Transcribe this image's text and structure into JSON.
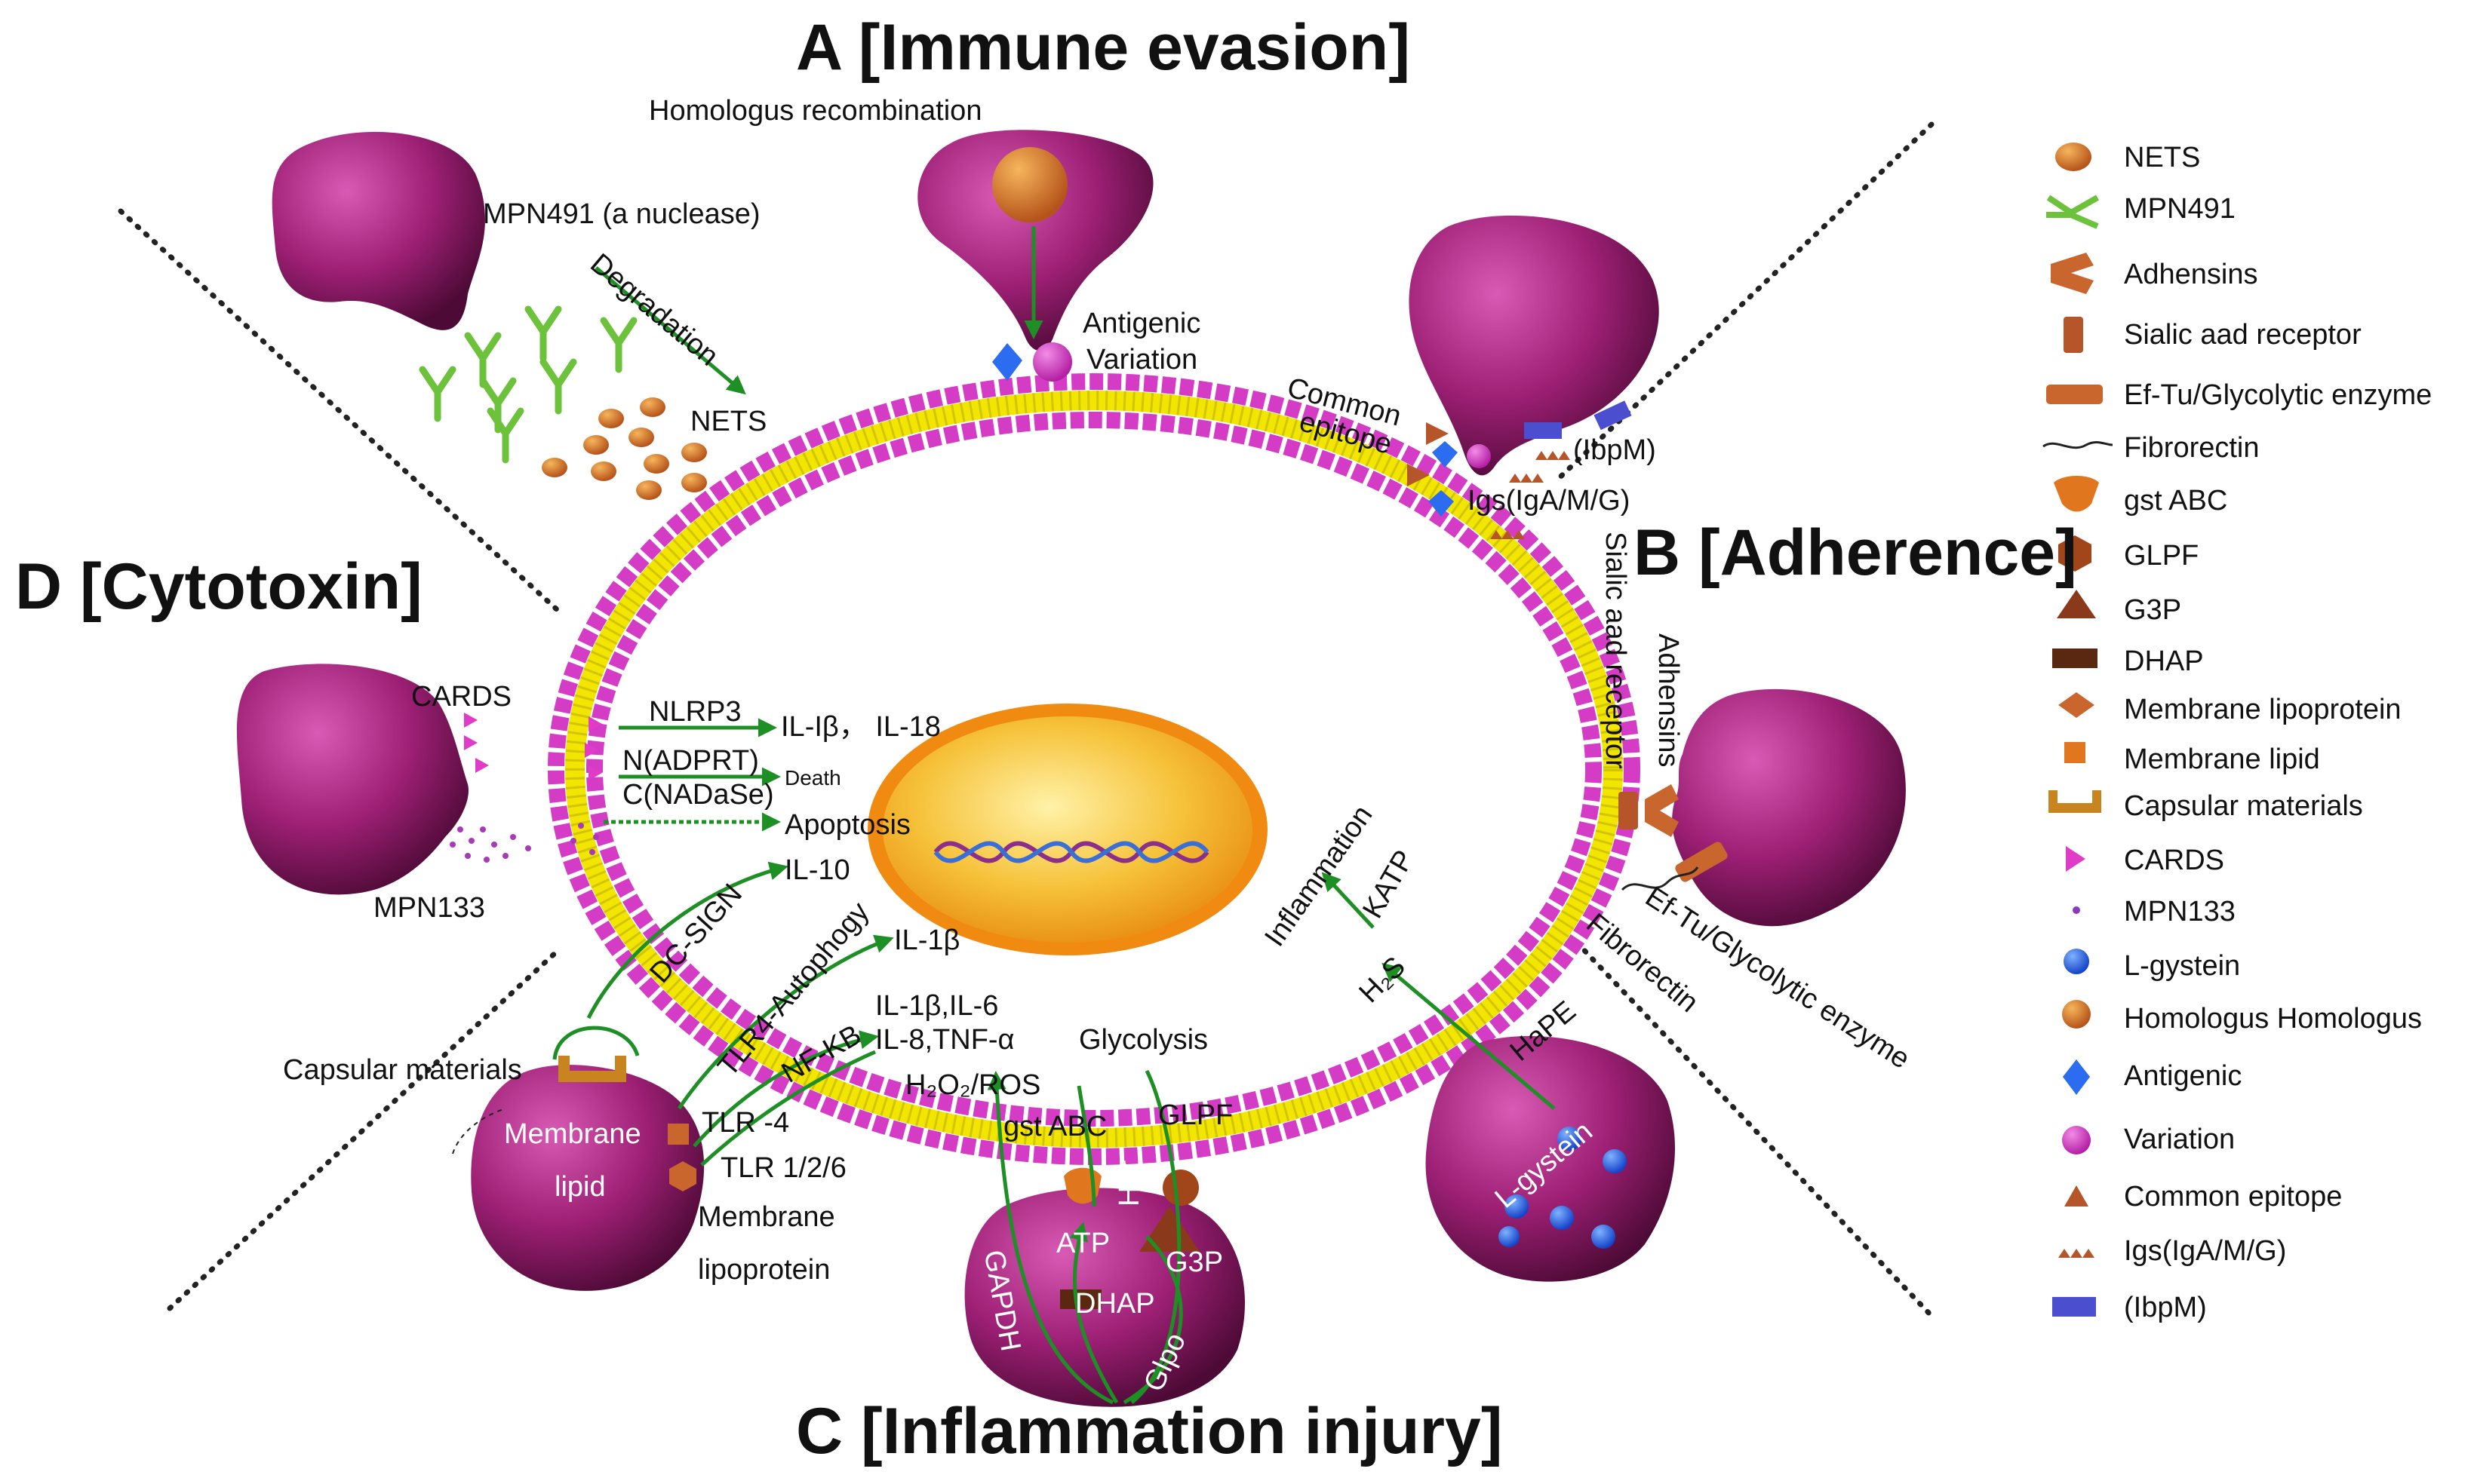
{
  "sections": {
    "a": "A [Immune evasion]",
    "b": "B [Adherence]",
    "c": "C [Inflammation injury]",
    "d": "D [Cytotoxin]"
  },
  "labels": {
    "homologous_recombination": "Homologus recombination",
    "mpn491": "MPN491 (a nuclease)",
    "degradation": "Degradation",
    "nets": "NETS",
    "antigenic": "Antigenic",
    "variation": "Variation",
    "common_epitope_1": "Common",
    "common_epitope_2": "epitope",
    "ibpm": "(IbpM)",
    "igs": "Igs(IgA/M/G)",
    "sialic": "Sialic aad receptor",
    "adhensins": "Adhensins",
    "ef_tu": "Ef-Tu/Glycolytic enzyme",
    "fibrorectin": "Fibrorectin",
    "hape": "HaPE",
    "l_gystein": "L-gystein",
    "h2s": "H₂S",
    "katp": "KATP",
    "inflammation": "Inflammation",
    "cards": "CARDS",
    "nlrp3": "NLRP3",
    "il1b_il18": "IL-Iβ， IL-18",
    "nadprt": "N(ADPRT)",
    "cnadase": "C(NADaSe)",
    "death": "Death",
    "apoptosis": "Apoptosis",
    "mpn133": "MPN133",
    "dc_sign": "DC-SIGN",
    "il10": "IL-10",
    "tlr4_autophagy": "TLR4-Autophogy",
    "il1b": "IL-1β",
    "nfkb": "NF-KB",
    "cytokines_1": "IL-1β,IL-6",
    "cytokines_2": "IL-8,TNF-α",
    "h2o2": "H₂O₂/ROS",
    "glycolysis": "Glycolysis",
    "gst_abc": "gst ABC",
    "glpf": "GLPF",
    "hpr": "Hpr",
    "atp": "ATP",
    "g3p": "G3P",
    "dhap": "DHAP",
    "gapdh": "GAPDH",
    "glpo": "Glpo",
    "capsular": "Capsular materials",
    "tlr4": "TLR -4",
    "tlr126": "TLR 1/2/6",
    "membrane_lipid_1": "Membrane",
    "membrane_lipid_2": "lipid",
    "membrane_lipoprotein_1": "Membrane",
    "membrane_lipoprotein_2": "lipoprotein"
  },
  "legend": [
    {
      "icon": "nets-icon",
      "label": "NETS"
    },
    {
      "icon": "mpn491-icon",
      "label": "MPN491"
    },
    {
      "icon": "adhensins-icon",
      "label": "Adhensins"
    },
    {
      "icon": "sialic-receptor-icon",
      "label": "Sialic aad receptor"
    },
    {
      "icon": "ef-tu-icon",
      "label": "Ef-Tu/Glycolytic enzyme"
    },
    {
      "icon": "fibrorectin-icon",
      "label": "Fibrorectin"
    },
    {
      "icon": "gst-abc-icon",
      "label": "gst ABC"
    },
    {
      "icon": "glpf-icon",
      "label": "GLPF"
    },
    {
      "icon": "g3p-icon",
      "label": "G3P"
    },
    {
      "icon": "dhap-icon",
      "label": "DHAP"
    },
    {
      "icon": "membrane-lipoprotein-icon",
      "label": "Membrane lipoprotein"
    },
    {
      "icon": "membrane-lipid-icon",
      "label": "Membrane lipid"
    },
    {
      "icon": "capsular-materials-icon",
      "label": "Capsular materials"
    },
    {
      "icon": "cards-icon",
      "label": "CARDS"
    },
    {
      "icon": "mpn133-icon",
      "label": "MPN133"
    },
    {
      "icon": "l-gystein-icon",
      "label": "L-gystein"
    },
    {
      "icon": "homologous-icon",
      "label": "Homologus Homologus"
    },
    {
      "icon": "antigenic-icon",
      "label": "Antigenic"
    },
    {
      "icon": "variation-icon",
      "label": "Variation"
    },
    {
      "icon": "common-epitope-icon",
      "label": "Common epitope"
    },
    {
      "icon": "igs-icon",
      "label": "Igs(IgA/M/G)"
    },
    {
      "icon": "ibpm-icon",
      "label": "(IbpM)"
    }
  ],
  "colors": {
    "cell_magenta": "#9c1f74",
    "membrane_bead": "#d43cc5",
    "membrane_inner": "#f2e600",
    "arrow_green": "#1e8f24",
    "nucleus_orange": "#f6a21a",
    "copper": "#c8662e",
    "blue": "#2b6cf0"
  }
}
